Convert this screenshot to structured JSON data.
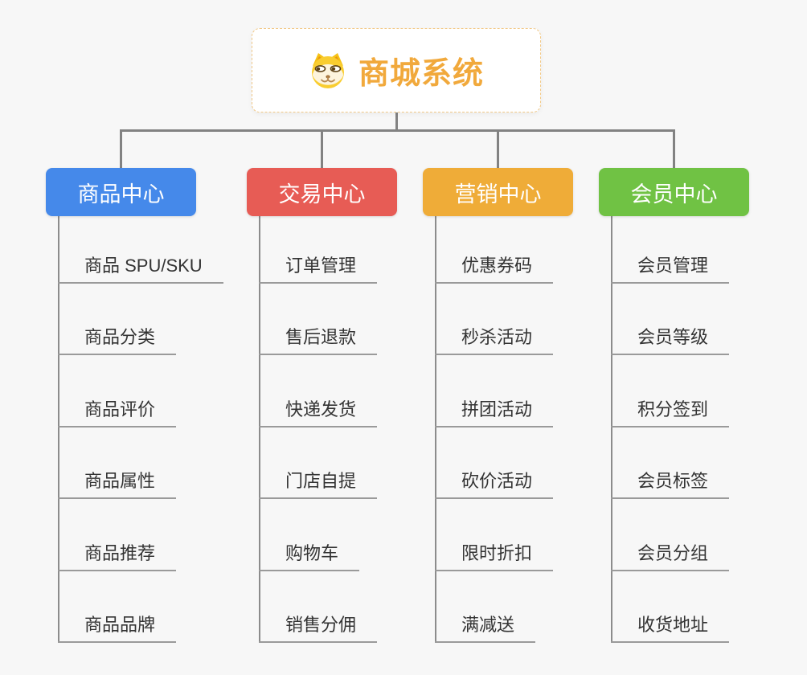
{
  "page": {
    "background_color": "#f7f7f7",
    "connector_color": "#828282",
    "underline_color": "#9a9a9a"
  },
  "root": {
    "title": "商城系统",
    "icon": "doge-icon",
    "title_color": "#f1a93c",
    "border_color": "#f2c987"
  },
  "branches": [
    {
      "label": "商品中心",
      "color": "#4589ea",
      "items": [
        "商品 SPU/SKU",
        "商品分类",
        "商品评价",
        "商品属性",
        "商品推荐",
        "商品品牌"
      ]
    },
    {
      "label": "交易中心",
      "color": "#e75c55",
      "items": [
        "订单管理",
        "售后退款",
        "快递发货",
        "门店自提",
        "购物车",
        "销售分佣"
      ]
    },
    {
      "label": "营销中心",
      "color": "#efac38",
      "items": [
        "优惠券码",
        "秒杀活动",
        "拼团活动",
        "砍价活动",
        "限时折扣",
        "满减送"
      ]
    },
    {
      "label": "会员中心",
      "color": "#70c244",
      "items": [
        "会员管理",
        "会员等级",
        "积分签到",
        "会员标签",
        "会员分组",
        "收货地址"
      ]
    }
  ]
}
